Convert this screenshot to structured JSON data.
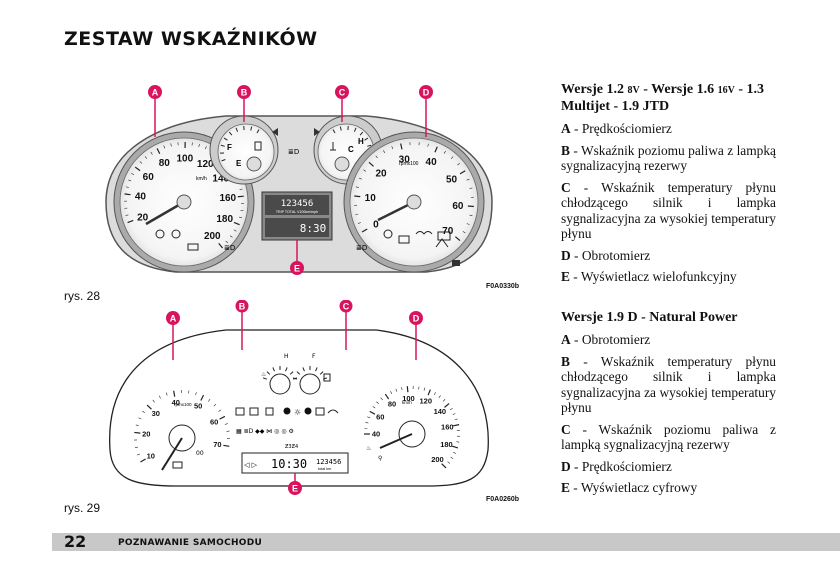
{
  "page_title": "ZESTAW WSKAŹNIKÓW",
  "figure1": {
    "caption": "rys. 28",
    "code": "F0A0330b",
    "markers": [
      "A",
      "B",
      "C",
      "D",
      "E"
    ],
    "speedo_ticks": [
      "20",
      "40",
      "60",
      "80",
      "100",
      "120",
      "140",
      "160",
      "180",
      "200"
    ],
    "speedo_unit": "km/h",
    "tacho_ticks": [
      "0",
      "10",
      "20",
      "30",
      "40",
      "50",
      "60",
      "70"
    ],
    "tacho_unit": "rpmx100",
    "fuel_labels": [
      "F",
      "E"
    ],
    "temp_labels": [
      "C",
      "H"
    ],
    "display_odo": "123456",
    "display_mid": "TRIP TOTAL  V100km/mph",
    "display_time": "8:30"
  },
  "figure2": {
    "caption": "rys. 29",
    "code": "F0A0260b",
    "markers": [
      "A",
      "B",
      "C",
      "D",
      "E"
    ],
    "tacho_ticks": [
      "10",
      "20",
      "30",
      "40",
      "50",
      "60",
      "70"
    ],
    "tacho_unit": "rpmx100",
    "speedo_ticks": [
      "40",
      "60",
      "80",
      "100",
      "120",
      "140",
      "160",
      "180",
      "200"
    ],
    "speedo_unit": "km/h",
    "display_time": "10:30",
    "display_odo": "123456",
    "display_unit": "total km"
  },
  "section1": {
    "heading_a": "Wersje 1.2 ",
    "heading_a_small": "8V",
    "heading_b": " - Wersje 1.6 ",
    "heading_b_small": "16V",
    "heading_c": " - 1.3 Multijet - 1.9 JTD",
    "items": [
      {
        "key": "A",
        "text": " - Prędkościomierz"
      },
      {
        "key": "B",
        "text": " - Wskaźnik poziomu paliwa z lampką sygnalizacyjną rezerwy"
      },
      {
        "key": "C",
        "text": " - Wskaźnik temperatury płynu chłodzącego silnik i lampka sygnalizacyjna za wysokiej temperatury płynu"
      },
      {
        "key": "D",
        "text": " - Obrotomierz"
      },
      {
        "key": "E",
        "text": " - Wyświetlacz wielofunkcyjny"
      }
    ]
  },
  "section2": {
    "heading": "Wersje 1.9 D - Natural Power",
    "items": [
      {
        "key": "A",
        "text": " - Obrotomierz"
      },
      {
        "key": "B",
        "text": " - Wskaźnik temperatury płynu chłodzącego silnik i lampka sygnalizacyjna za wysokiej temperatury płynu"
      },
      {
        "key": "C",
        "text": " - Wskaźnik poziomu paliwa z lampką sygnalizacyjną rezerwy"
      },
      {
        "key": "D",
        "text": " - Prędkościomierz"
      },
      {
        "key": "E",
        "text": " - Wyświetlacz cyfrowy"
      }
    ]
  },
  "footer": {
    "page_number": "22",
    "section": "POZNAWANIE SAMOCHODU"
  },
  "colors": {
    "marker": "#d9145f",
    "footer_bar": "#c8c8c8"
  }
}
